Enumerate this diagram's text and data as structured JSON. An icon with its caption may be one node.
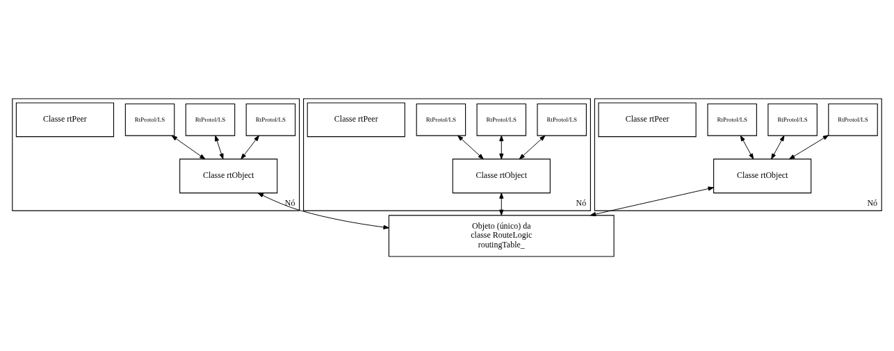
{
  "diagram": {
    "nodes": [
      {
        "text": [
          "Nó"
        ]
      },
      {
        "text": [
          "RtProtol/LS"
        ],
        "in": 0
      },
      {
        "text": [
          "RtProtol/LS"
        ],
        "in": 0
      },
      {
        "text": [
          "RtProtol/LS"
        ],
        "in": 0
      },
      {
        "text": [
          "Classe rtObject"
        ],
        "in": 0
      },
      {
        "text": [
          "Classe rtPeer"
        ],
        "in": 0
      },
      {
        "text": [
          "Nó"
        ]
      },
      {
        "text": [
          "RtProtol/LS"
        ],
        "in": 6
      },
      {
        "text": [
          "RtProtol/LS"
        ],
        "in": 6
      },
      {
        "text": [
          "RtProtol/LS"
        ],
        "in": 6
      },
      {
        "text": [
          "Classe rtObject"
        ],
        "in": 6
      },
      {
        "text": [
          "Classe rtPeer"
        ],
        "in": 6
      },
      {
        "text": [
          "Nó"
        ]
      },
      {
        "text": [
          "RtProtol/LS"
        ],
        "in": 12
      },
      {
        "text": [
          "RtProtol/LS"
        ],
        "in": 12
      },
      {
        "text": [
          "RtProtol/LS"
        ],
        "in": 12
      },
      {
        "text": [
          "Classe rtObject"
        ],
        "in": 12
      },
      {
        "text": [
          "Classe rtPeer"
        ],
        "in": 12
      },
      {
        "text": [
          "Objeto (único) da classe RouteLogic routingTable_"
        ]
      }
    ],
    "edges": [
      {
        "from": 1,
        "to": 4,
        "arrow": "both"
      },
      {
        "from": 2,
        "to": 4,
        "arrow": "both"
      },
      {
        "from": 3,
        "to": 4,
        "arrow": "both"
      },
      {
        "from": 7,
        "to": 10,
        "arrow": "both"
      },
      {
        "from": 8,
        "to": 10,
        "arrow": "both"
      },
      {
        "from": 9,
        "to": 10,
        "arrow": "both"
      },
      {
        "from": 13,
        "to": 16,
        "arrow": "both"
      },
      {
        "from": 14,
        "to": 16,
        "arrow": "both"
      },
      {
        "from": 15,
        "to": 16,
        "arrow": "both"
      },
      {
        "from": 4,
        "to": 18,
        "arrow": "both"
      },
      {
        "from": 10,
        "to": 18,
        "arrow": "both"
      },
      {
        "from": 16,
        "to": 18,
        "arrow": "both"
      }
    ]
  }
}
